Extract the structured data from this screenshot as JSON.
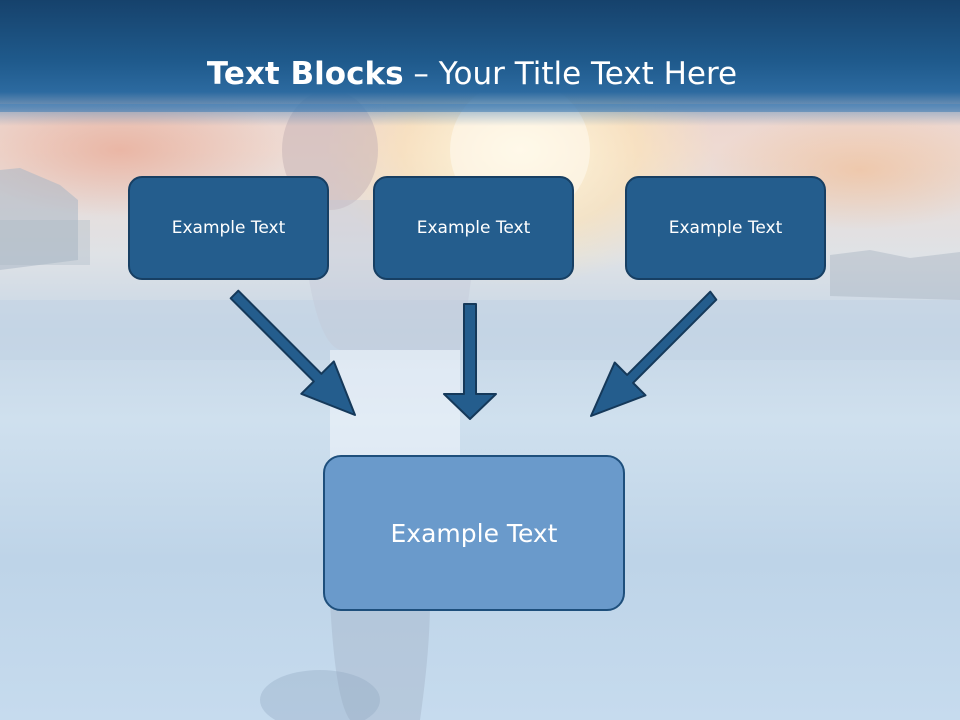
{
  "slide": {
    "title_bold": "Text Blocks",
    "title_separator": " – ",
    "title_rest": "Your Title Text Here"
  },
  "blocks": [
    {
      "label": "Example Text"
    },
    {
      "label": "Example Text"
    },
    {
      "label": "Example Text"
    }
  ],
  "target_block": {
    "label": "Example Text"
  },
  "colors": {
    "header_dark": "#16426c",
    "header_light": "#2c6aa0",
    "box_fill": "#245d8d",
    "box_border": "#173f63",
    "target_fill": "#6a9acb",
    "arrow_fill": "#245d8d",
    "arrow_stroke": "#15395a"
  }
}
